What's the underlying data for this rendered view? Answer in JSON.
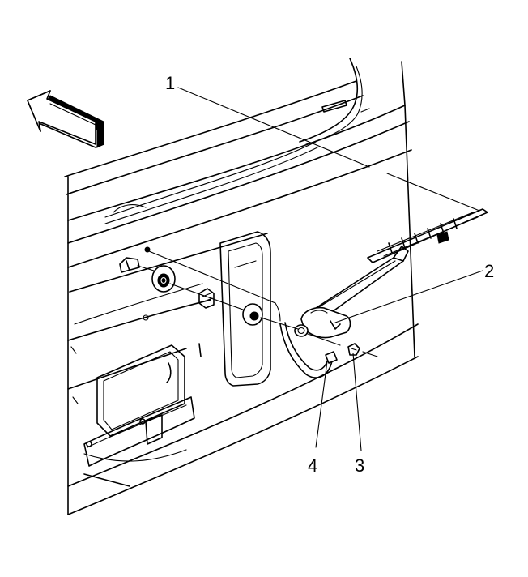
{
  "callouts": {
    "c1": "1",
    "c2": "2",
    "c3": "3",
    "c4": "4"
  },
  "icons": {
    "direction_arrow": "forward-direction-arrow-icon"
  },
  "colors": {
    "line": "#000000",
    "background": "#ffffff"
  }
}
